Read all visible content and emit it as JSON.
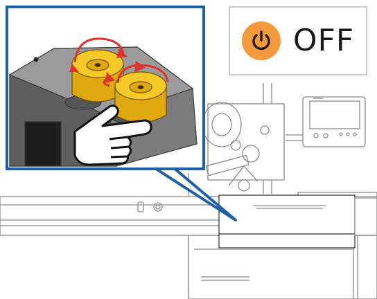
{
  "power_status": {
    "label": "OFF",
    "icon": "power-icon",
    "accent_color": "#f39a3c"
  },
  "illustration": {
    "machine": "machine-line-art",
    "callout": "zoom-callout",
    "rotation_arrow_color": "#e0322c",
    "knob_color": "#f2c21a",
    "callout_frame_color": "#1f5fa8"
  }
}
